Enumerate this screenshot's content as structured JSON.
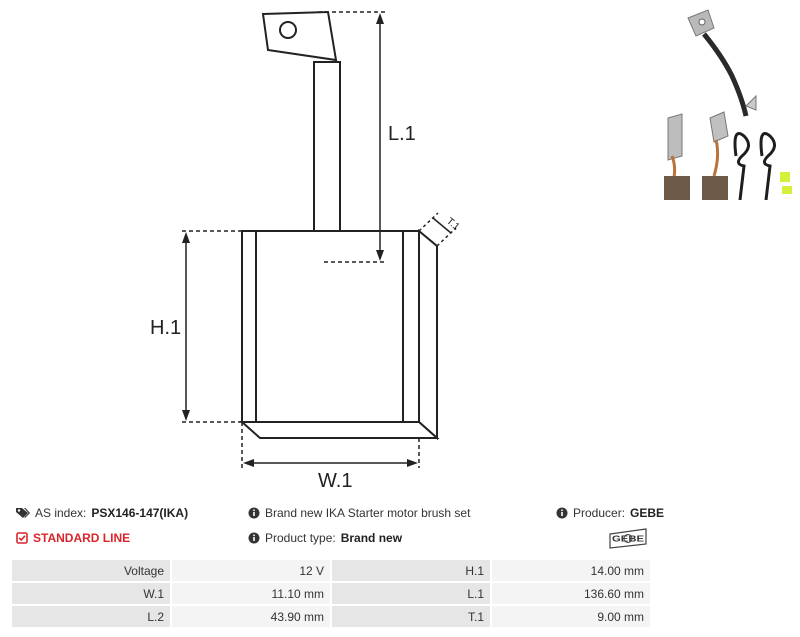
{
  "drawing": {
    "labels": {
      "l1": "L.1",
      "h1": "H.1",
      "w1": "W.1",
      "t1": "T.1"
    }
  },
  "photo": {
    "icon": "starter-brush-set-photo"
  },
  "info": {
    "as_index_label": "AS index:",
    "as_index_value": "PSX146-147(IKA)",
    "line_label": "STANDARD LINE",
    "description": "Brand new IKA Starter motor brush set",
    "product_type_label": "Product type:",
    "product_type_value": "Brand new",
    "producer_label": "Producer:",
    "producer_value": "GEBE",
    "logo_text": "GEBE",
    "icons": {
      "as_index": "tags-icon",
      "line": "check-square-icon",
      "info": "info-circle-icon"
    },
    "accent_color": "#d9252b"
  },
  "specs": {
    "rows": [
      [
        {
          "label": "Voltage",
          "value": "12 V"
        },
        {
          "label": "H.1",
          "value": "14.00 mm"
        }
      ],
      [
        {
          "label": "W.1",
          "value": "11.10 mm"
        },
        {
          "label": "L.1",
          "value": "136.60 mm"
        }
      ],
      [
        {
          "label": "L.2",
          "value": "43.90 mm"
        },
        {
          "label": "T.1",
          "value": "9.00 mm"
        }
      ]
    ]
  }
}
